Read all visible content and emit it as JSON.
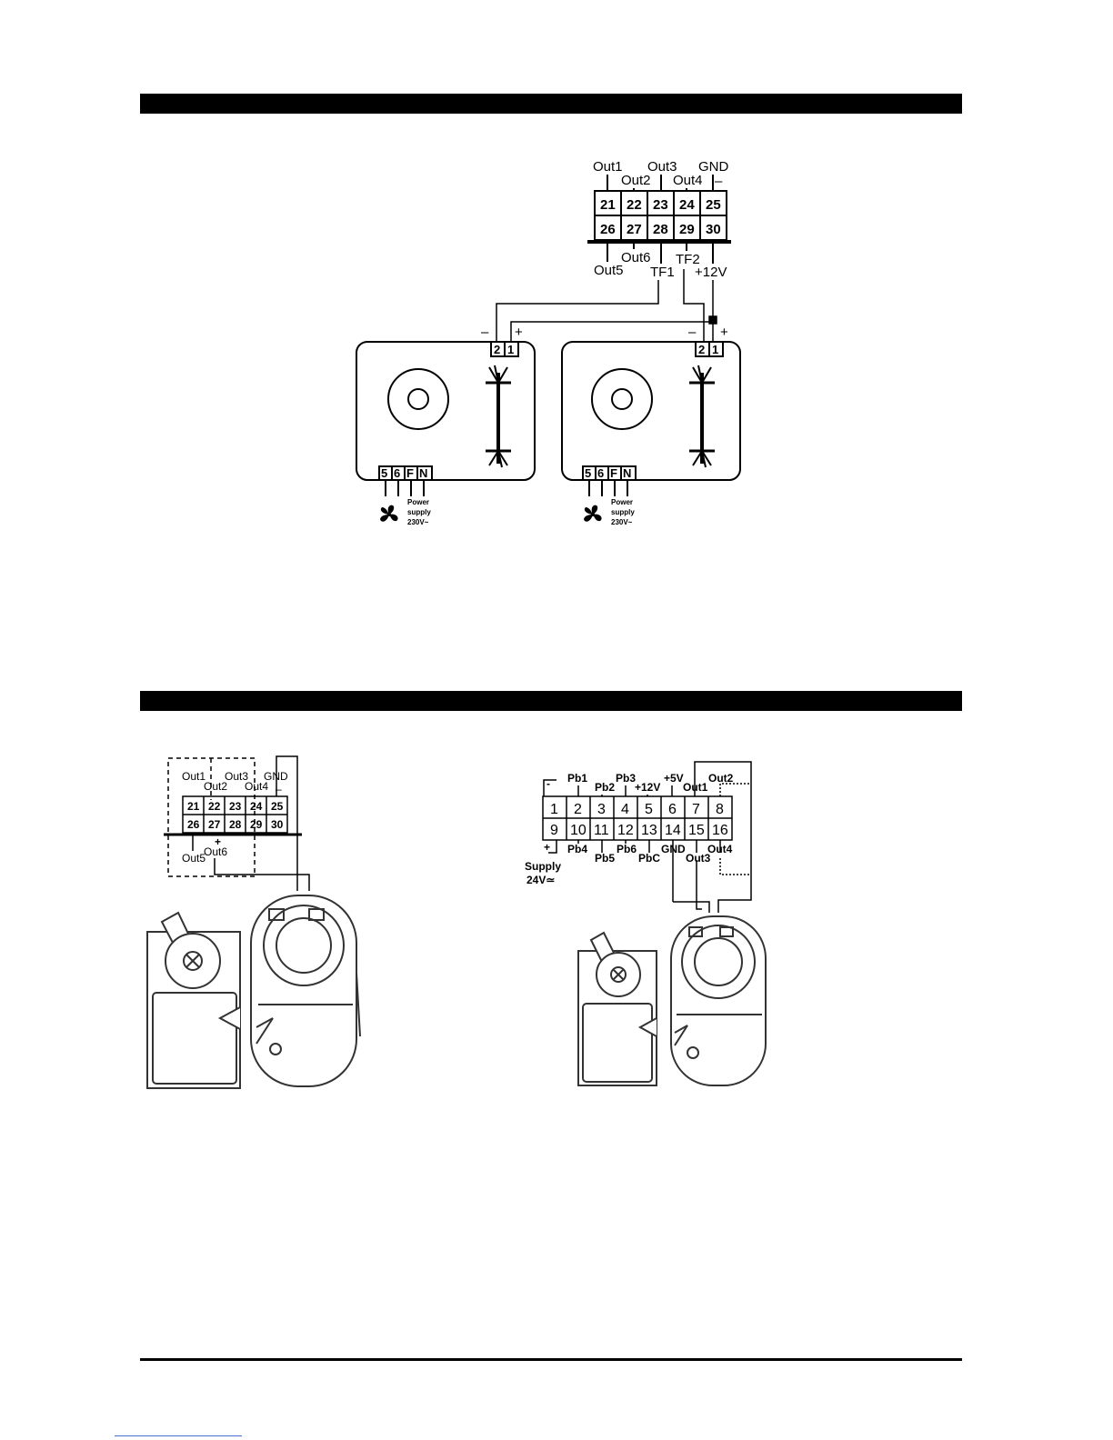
{
  "diagram1": {
    "top_labels": [
      "Out1",
      "Out2",
      "Out3",
      "Out4",
      "GND",
      "–"
    ],
    "terminals_top": [
      "21",
      "22",
      "23",
      "24",
      "25"
    ],
    "terminals_bottom": [
      "26",
      "27",
      "28",
      "29",
      "30"
    ],
    "bottom_labels": [
      "Out5",
      "Out6",
      "TF1",
      "TF2",
      "+12V"
    ],
    "units": [
      {
        "minus": "–",
        "plus": "+",
        "term_a": "2",
        "term_b": "1",
        "bottom_terms": [
          "5",
          "6",
          "F",
          "N"
        ],
        "power": [
          "Power",
          "supply",
          "230V~"
        ]
      },
      {
        "minus": "–",
        "plus": "+",
        "term_a": "2",
        "term_b": "1",
        "bottom_terms": [
          "5",
          "6",
          "F",
          "N"
        ],
        "power": [
          "Power",
          "supply",
          "230V~"
        ]
      }
    ]
  },
  "diagram2": {
    "top_labels": [
      "Out1",
      "Out2",
      "Out3",
      "Out4",
      "GND",
      "–"
    ],
    "terminals_top": [
      "21",
      "22",
      "23",
      "24",
      "25"
    ],
    "terminals_bottom": [
      "26",
      "27",
      "28",
      "29",
      "30"
    ],
    "plus": "+",
    "bottom_labels": [
      "Out5",
      "Out6"
    ]
  },
  "diagram3": {
    "top_labels": [
      "-",
      "Pb1",
      "Pb2",
      "Pb3",
      "+12V",
      "+5V",
      "Out1",
      "Out2"
    ],
    "terminals_top": [
      "1",
      "2",
      "3",
      "4",
      "5",
      "6",
      "7",
      "8"
    ],
    "terminals_bottom": [
      "9",
      "10",
      "11",
      "12",
      "13",
      "14",
      "15",
      "16"
    ],
    "bottom_labels": [
      "+",
      "Pb4",
      "Pb5",
      "Pb6",
      "PbC",
      "GND",
      "Out3",
      "Out4"
    ],
    "supply": [
      "Supply",
      "24V≃"
    ]
  }
}
